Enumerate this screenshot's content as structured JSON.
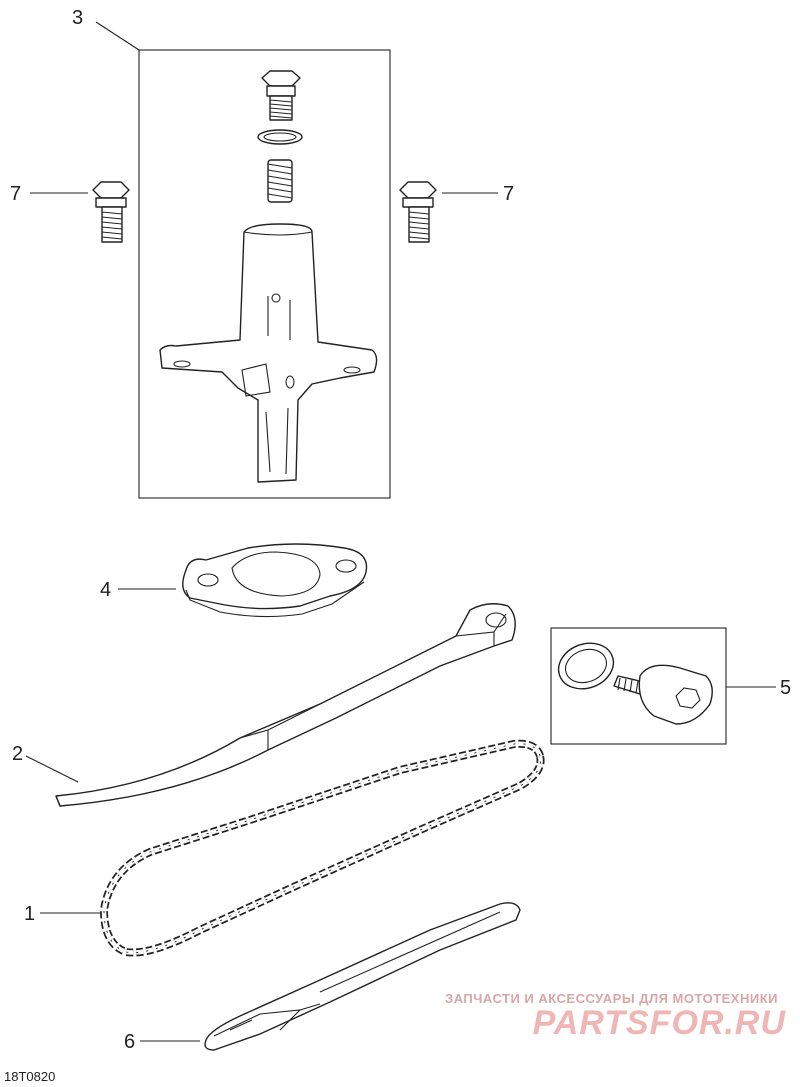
{
  "callouts": {
    "c1": "1",
    "c2": "2",
    "c3": "3",
    "c4": "4",
    "c5": "5",
    "c6": "6",
    "c7_left": "7",
    "c7_right": "7"
  },
  "figure_code": "18T0820",
  "watermark": {
    "tagline": "ЗАПЧАСТИ И АКСЕССУАРЫ ДЛЯ МОТОТЕХНИКИ",
    "logo": "PARTSFOR.RU"
  },
  "colors": {
    "line": "#222222",
    "watermark": "#f0b5b5"
  }
}
